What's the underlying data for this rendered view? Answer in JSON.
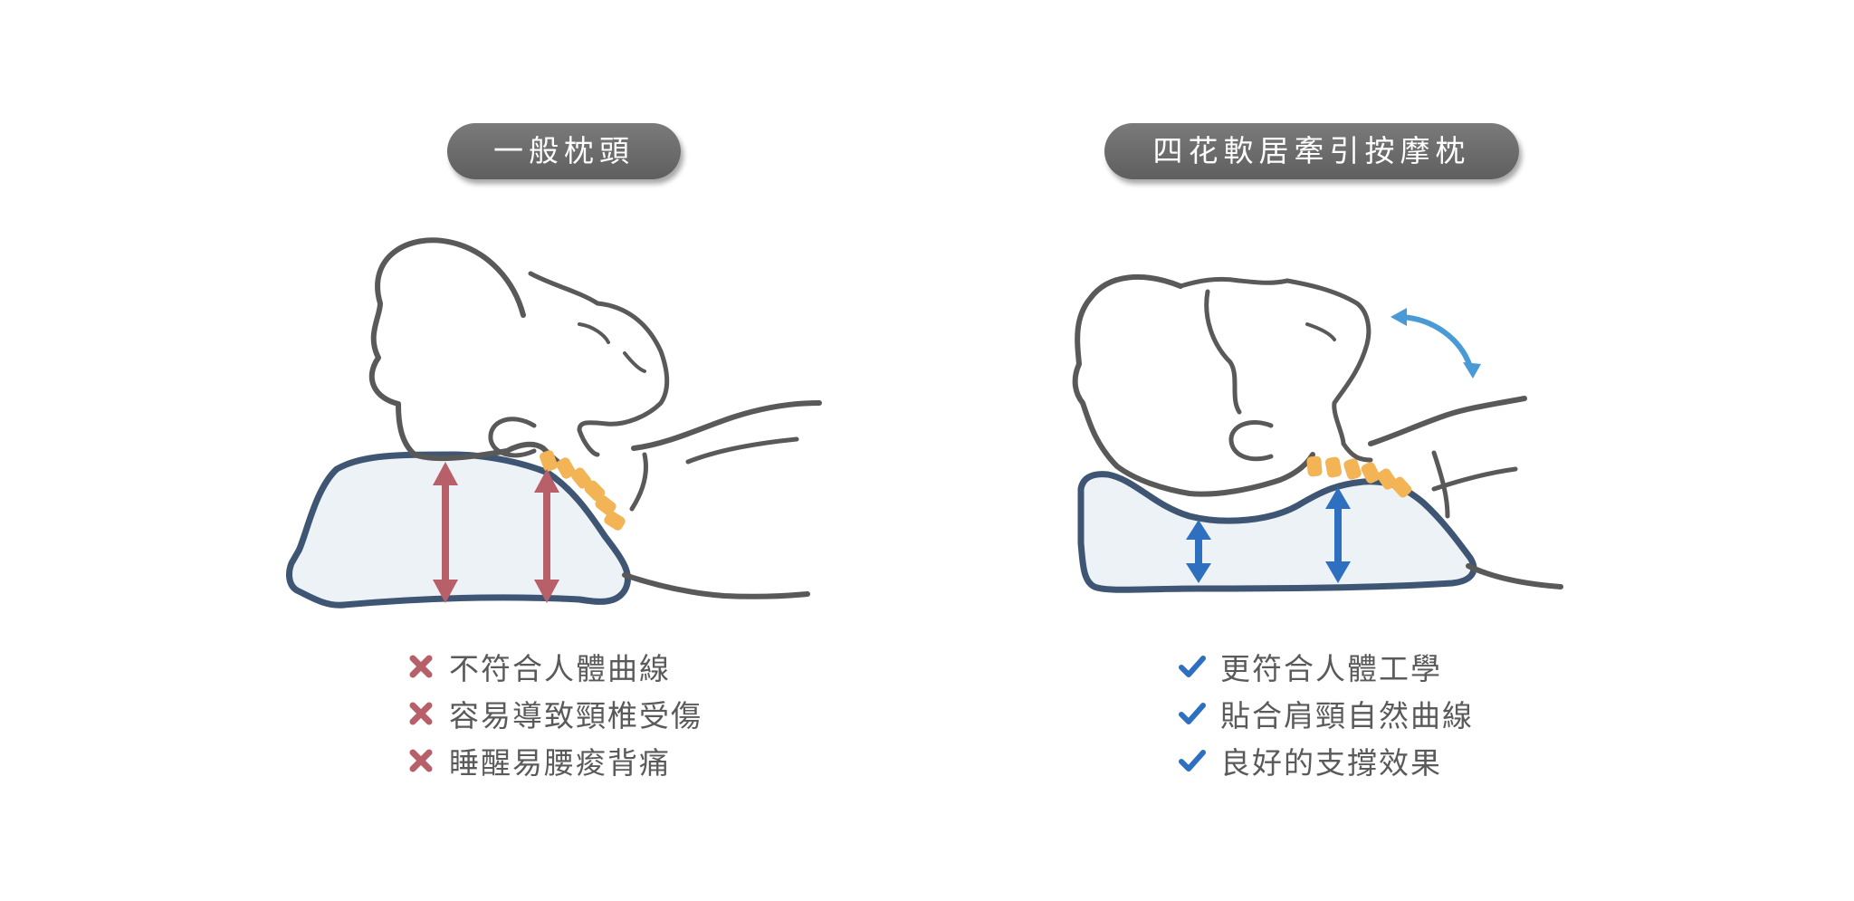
{
  "colors": {
    "pill_bg": "#6b6b6b",
    "outline": "#595959",
    "pillow_fill": "#edf2f7",
    "pillow_edge": "#3e5673",
    "spine": "#f2b455",
    "bad_arrow": "#b8606a",
    "good_arrow": "#2f6fc0",
    "neck_arrow": "#4a9ad6",
    "text": "#5a5a5a"
  },
  "left": {
    "title": "一般枕頭",
    "bullet_icon": "cross-icon",
    "items": [
      "不符合人體曲線",
      "容易導致頸椎受傷",
      "睡醒易腰痠背痛"
    ]
  },
  "right": {
    "title": "四花軟居牽引按摩枕",
    "bullet_icon": "check-icon",
    "items": [
      "更符合人體工學",
      "貼合肩頸自然曲線",
      "良好的支撐效果"
    ]
  }
}
